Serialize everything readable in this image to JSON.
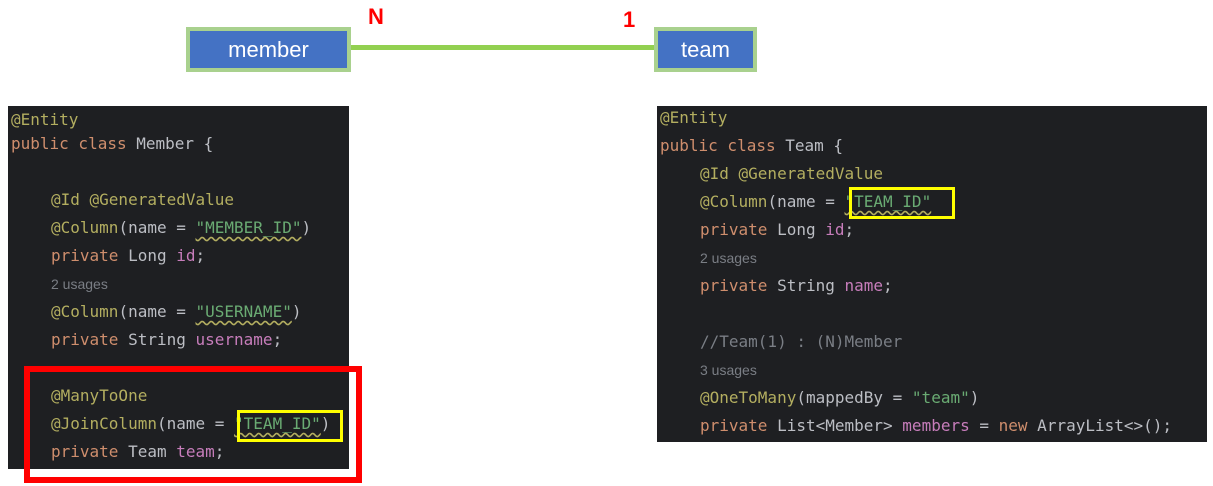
{
  "diagram": {
    "left_entity": "member",
    "right_entity": "team",
    "left_multiplicity": "N",
    "right_multiplicity": "1"
  },
  "member_code": {
    "l1": "@Entity",
    "l2_kw": "public class",
    "l2_name": " Member {",
    "l4": "@Id @GeneratedValue",
    "l5_ann": "@Column",
    "l5_a": "(name = ",
    "l5_str": "\"MEMBER_ID\"",
    "l5_b": ")",
    "l6_kw": "private",
    "l6_type": " Long ",
    "l6_fld": "id",
    "l6_end": ";",
    "l7_hint": "2 usages",
    "l8_ann": "@Column",
    "l8_a": "(name = ",
    "l8_str": "\"USERNAME\"",
    "l8_b": ")",
    "l9_kw": "private",
    "l9_type": " String ",
    "l9_fld": "username",
    "l9_end": ";",
    "l10": "@ManyToOne",
    "l11_ann": "@JoinColumn",
    "l11_a": "(name = ",
    "l11_str": "\"TEAM_ID\"",
    "l11_b": ")",
    "l12_kw": "private",
    "l12_type": " Team ",
    "l12_fld": "team",
    "l12_end": ";"
  },
  "team_code": {
    "l1": "@Entity",
    "l2_kw": "public class",
    "l2_name": " Team {",
    "l3": "@Id @GeneratedValue",
    "l4_ann": "@Column",
    "l4_a": "(name = ",
    "l4_str": "\"TEAM_ID\"",
    "l5_kw": "private",
    "l5_type": " Long ",
    "l5_fld": "id",
    "l5_end": ";",
    "l6_hint": "2 usages",
    "l7_kw": "private",
    "l7_type": " String ",
    "l7_fld": "name",
    "l7_end": ";",
    "l9": "//Team(1) : (N)Member",
    "l10_hint": "3 usages",
    "l11_ann": "@OneToMany",
    "l11_a": "(mappedBy = ",
    "l11_str": "\"team\"",
    "l11_b": ")",
    "l12_kw": "private",
    "l12_type": " List<Member> ",
    "l12_fld": "members",
    "l12_a": " = ",
    "l12_new": "new",
    "l12_b": " ArrayList<>();"
  },
  "colors": {
    "entity_fill": "#4472c4",
    "entity_border": "#a9d18e",
    "connector": "#92d050",
    "multiplicity": "#ff0000",
    "highlight_yellow": "#ffff00",
    "highlight_red": "#ff0000",
    "editor_bg": "#1e1f22"
  }
}
